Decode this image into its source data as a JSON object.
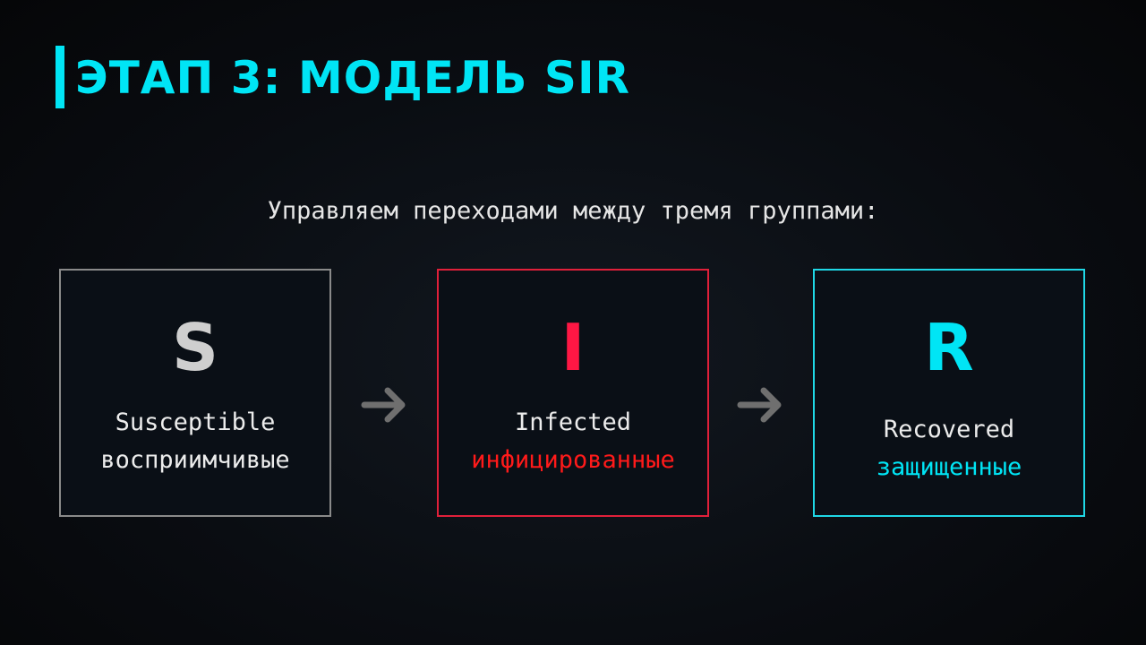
{
  "title": "ЭТАП 3: МОДЕЛЬ SIR",
  "subtitle": "Управляем переходами между тремя группами:",
  "groups": [
    {
      "letter": "S",
      "en": "Susceptible",
      "ru": "восприимчивые",
      "color": "#cfcfcf",
      "border": "#8a8a8a",
      "ru_color": "#ececec"
    },
    {
      "letter": "I",
      "en": "Infected",
      "ru": "инфицированные",
      "color": "#ff1744",
      "border": "#e0203a",
      "ru_color": "#ff1a1a"
    },
    {
      "letter": "R",
      "en": "Recovered",
      "ru": "защищенные",
      "color": "#00e5f5",
      "border": "#1fd8e6",
      "ru_color": "#00e5f5"
    }
  ],
  "arrow_color": "#6f6f6f"
}
